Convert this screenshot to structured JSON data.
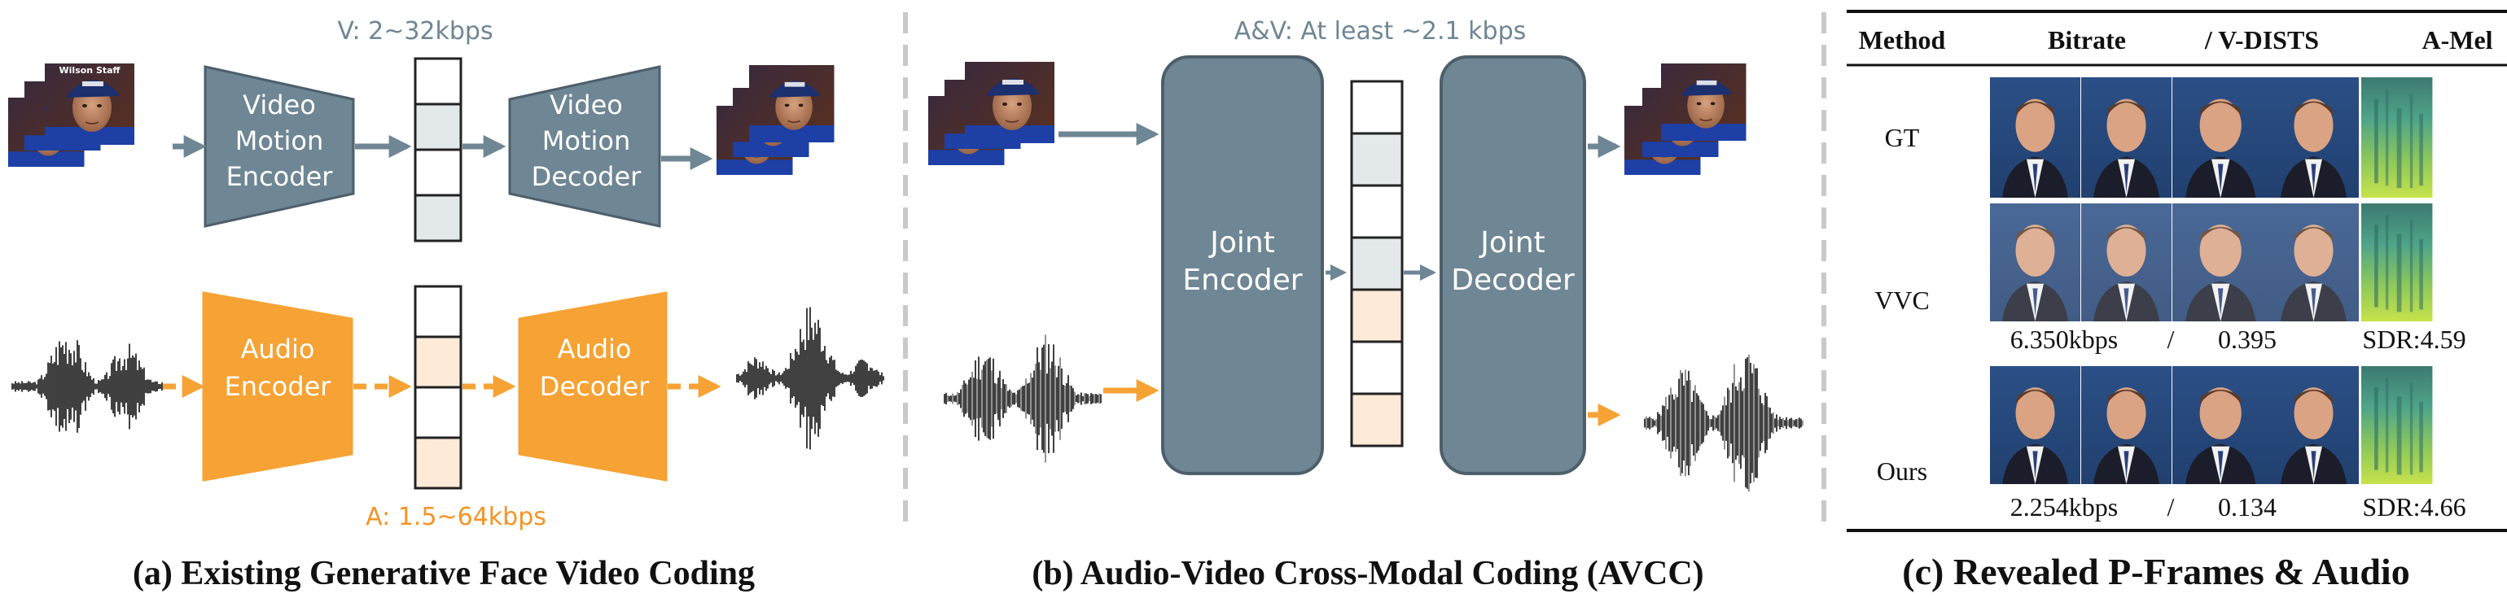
{
  "colors": {
    "slate": "#6f8694",
    "slate_dark": "#4d5f6b",
    "slate_text": "#6f8694",
    "orange": "#f6a234",
    "orange_text": "#f49424",
    "video_cell": "#e3e8eb",
    "audio_cell": "#fdebd8",
    "divider": "#c9c9c9"
  },
  "panel_a": {
    "video_bitrate": "V: 2~32kbps",
    "audio_bitrate": "A: 1.5~64kbps",
    "video_encoder": [
      "Video",
      "Motion",
      "Encoder"
    ],
    "video_decoder": [
      "Video",
      "Motion",
      "Decoder"
    ],
    "audio_encoder": [
      "Audio",
      "Encoder"
    ],
    "audio_decoder": [
      "Audio",
      "Decoder"
    ],
    "caption": "(a) Existing Generative Face Video Coding"
  },
  "panel_b": {
    "bitrate": "A&V: At least ~2.1 kbps",
    "joint_encoder": [
      "Joint",
      "Encoder"
    ],
    "joint_decoder": [
      "Joint",
      "Decoder"
    ],
    "caption": "(b) Audio-Video Cross-Modal Coding (AVCC)"
  },
  "panel_c": {
    "headers": [
      "Method",
      "Bitrate",
      "/ V-DISTS",
      "A-Mel"
    ],
    "rows": [
      {
        "method": "GT",
        "bitrate": "",
        "slash": "",
        "dists": "",
        "sdr": ""
      },
      {
        "method": "VVC",
        "bitrate": "6.350kbps",
        "slash": "/",
        "dists": "0.395",
        "sdr": "SDR:4.59"
      },
      {
        "method": "Ours",
        "bitrate": "2.254kbps",
        "slash": "/",
        "dists": "0.134",
        "sdr": "SDR:4.66"
      }
    ],
    "caption": "(c) Revealed P-Frames & Audio"
  },
  "icons": {
    "cap_logo": "Wilson Staff"
  }
}
